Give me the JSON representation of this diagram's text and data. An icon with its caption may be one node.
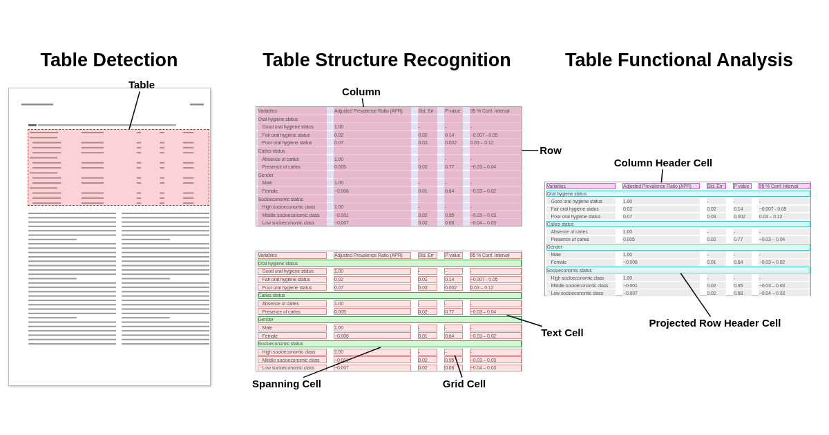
{
  "diagram": {
    "nodes": [
      {
        "text": [
          "Table"
        ]
      },
      {
        "text": [],
        "shape": "box"
      },
      {
        "text": [
          "Column"
        ]
      },
      {
        "text": [],
        "shape": "bar"
      },
      {
        "text": [],
        "shape": "bar"
      },
      {
        "text": [],
        "shape": "bar"
      },
      {
        "text": [],
        "shape": "bar"
      },
      {
        "text": [],
        "shape": "bar"
      },
      {
        "text": [
          "Row"
        ]
      },
      {
        "text": [],
        "shape": "bar"
      },
      {
        "text": [
          "Column Header Cell"
        ]
      },
      {
        "text": [],
        "shape": "box"
      },
      {
        "text": [],
        "shape": "box"
      },
      {
        "text": [
          "Text Cell"
        ]
      },
      {
        "text": [],
        "shape": "bar"
      },
      {
        "text": [
          "Spanning Cell"
        ]
      },
      {
        "text": [],
        "shape": "box"
      },
      {
        "text": [
          "Grid Cell"
        ]
      },
      {
        "text": [],
        "shape": "bar"
      },
      {
        "text": [
          "Projected Row Header Cell"
        ]
      }
    ],
    "edges": [
      {
        "from": 0,
        "to": 1,
        "arrow": "none"
      },
      {
        "from": 2,
        "to": 4,
        "arrow": "none"
      },
      {
        "from": 8,
        "to": 9,
        "arrow": "none"
      },
      {
        "from": 10,
        "to": 11,
        "arrow": "none"
      },
      {
        "from": 13,
        "to": 12,
        "arrow": "none"
      },
      {
        "from": 15,
        "to": 14,
        "arrow": "none"
      },
      {
        "from": 17,
        "to": 16,
        "arrow": "none"
      },
      {
        "from": 19,
        "to": 18,
        "arrow": "none"
      }
    ],
    "labels": [
      "Table Detection",
      "Table Structure Recognition",
      "Table Functional Analysis",
      "Variables",
      "Adjusted Prevalence Ratio (APR)",
      "Std. Err",
      "P value",
      "95 % Conf. Interval",
      "Oral hygiene status",
      "Good oral hygiene status",
      "1.00",
      "-",
      "-",
      "-",
      "Fair oral hygiene status",
      "0.02",
      "0.02",
      "0.14",
      "−0.007 - 0.05",
      "Poor oral hygiene status",
      "0.07",
      "0.03",
      "0.002",
      "0.03 – 0.12",
      "Caries status",
      "Absence of caries",
      "1.00",
      "-",
      "-",
      "-",
      "Presence of caries",
      "0.005",
      "0.02",
      "0.77",
      "−0.03 – 0.04",
      "Gender",
      "Male",
      "1.00",
      "-",
      "-",
      "-",
      "Female",
      "−0.006",
      "0.01",
      "0.64",
      "−0.03 – 0.02",
      "Socioeconomic status",
      "High socioeconomic class",
      "1.00",
      "-",
      "-",
      "-",
      "Middle socioeconomic class",
      "−0.001",
      "0.02",
      "0.95",
      "−0.03 – 0.03",
      "Low socioeconomic class",
      "−0.007",
      "0.02",
      "0.68",
      "−0.04 – 0.03",
      "Variables",
      "Adjusted Prevalence Ratio (APR)",
      "Std. Err",
      "P value",
      "95 % Conf. Interval",
      "Oral hygiene status",
      "Good oral hygiene status",
      "1.00",
      "-",
      "-",
      "-",
      "Fair oral hygiene status",
      "0.02",
      "0.02",
      "0.14",
      "−0.007 - 0.05",
      "Poor oral hygiene status",
      "0.07",
      "0.03",
      "0.002",
      "0.03 – 0.12",
      "Caries status",
      "Absence of caries",
      "1.00",
      "-",
      "-",
      "-",
      "Presence of caries",
      "0.005",
      "0.02",
      "0.77",
      "−0.03 – 0.04",
      "Gender",
      "Male",
      "1.00",
      "-",
      "-",
      "-",
      "Female",
      "−0.006",
      "0.01",
      "0.64",
      "−0.03 – 0.02",
      "Socioeconomic status",
      "High socioeconomic class",
      "1.00",
      "-",
      "-",
      "-",
      "Middle socioeconomic class",
      "−0.001",
      "0.02",
      "0.95",
      "−0.03 – 0.03",
      "Low socioeconomic class",
      "−0.007",
      "0.02",
      "0.68",
      "−0.04 – 0.03",
      "Variables",
      "Adjusted Prevalence Ratio (APR)",
      "Std. Err",
      "P value",
      "95 % Conf. Interval",
      "Oral hygiene status",
      "Good oral hygiene status",
      "1.00",
      "-",
      "-",
      "-",
      "Fair oral hygiene status",
      "0.02",
      "0.02",
      "0.14",
      "−0.007 - 0.05",
      "Poor oral hygiene status",
      "0.07",
      "0.03",
      "0.002",
      "0.03 – 0.12",
      "Caries status",
      "Absence of caries",
      "1.00",
      "-",
      "-",
      "-",
      "Presence of caries",
      "0.005",
      "0.02",
      "0.77",
      "−0.03 – 0.04",
      "Gender",
      "Male",
      "1.00",
      "-",
      "-",
      "-",
      "Female",
      "−0.006",
      "0.01",
      "0.64",
      "−0.03 – 0.02",
      "Socioeconomic status",
      "High socioeconomic class",
      "1.00",
      "-",
      "-",
      "-",
      "Middle socioeconomic class",
      "−0.001",
      "0.02",
      "0.95",
      "−0.03 – 0.03",
      "Low socioeconomic class",
      "−0.007",
      "0.02",
      "0.68",
      "−0.04 – 0.03"
    ]
  }
}
